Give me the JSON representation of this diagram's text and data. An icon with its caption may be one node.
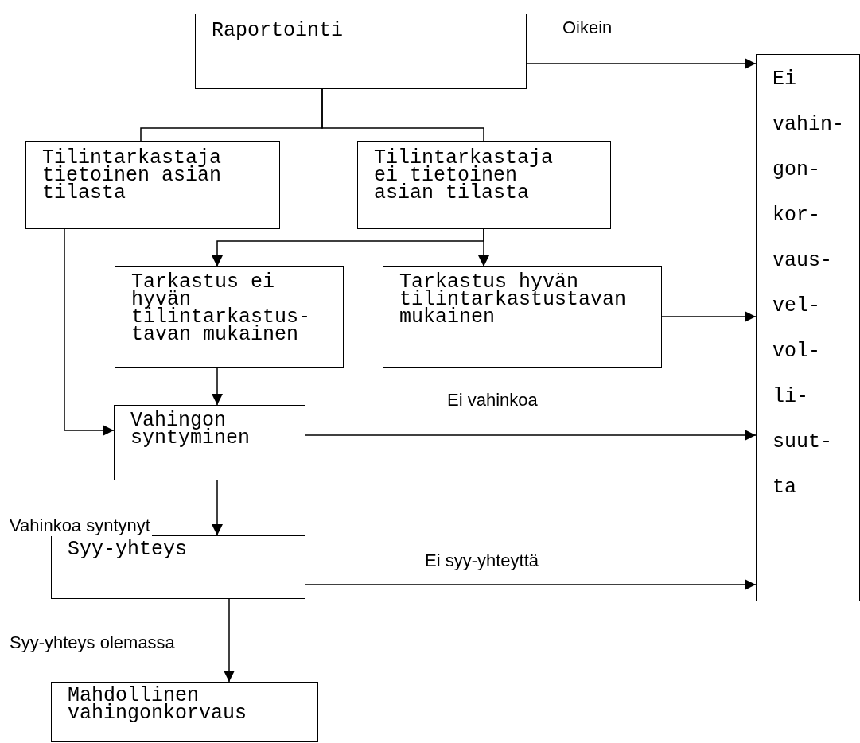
{
  "diagram": {
    "nodes": [
      {
        "text": [
          "Raportointi"
        ]
      },
      {
        "text": [
          "Tilintarkastaja tietoinen asian tilasta"
        ]
      },
      {
        "text": [
          "Tilintarkastaja ei tietoinen asian tilasta"
        ]
      },
      {
        "text": [
          "Tarkastus ei hyvän tilintarkastus- tavan mukainen"
        ]
      },
      {
        "text": [
          "Tarkastus hyvän tilintarkastustavan mukainen"
        ]
      },
      {
        "text": [
          "Vahingon syntyminen"
        ]
      },
      {
        "text": [
          "Syy-yhteys"
        ]
      },
      {
        "text": [
          "Mahdollinen vahingonkorvaus"
        ]
      },
      {
        "text": [
          "Ei vahin- gon- kor- vaus- vel- vol- li- suut- ta"
        ]
      }
    ],
    "edges": [
      {
        "from": 0,
        "to": 1,
        "arrow": "none"
      },
      {
        "from": 0,
        "to": 2,
        "arrow": "none"
      },
      {
        "from": 0,
        "to": 8,
        "arrow": "to",
        "label": "Oikein"
      },
      {
        "from": 2,
        "to": 3,
        "arrow": "to"
      },
      {
        "from": 2,
        "to": 4,
        "arrow": "to"
      },
      {
        "from": 1,
        "to": 5,
        "arrow": "to"
      },
      {
        "from": 3,
        "to": 5,
        "arrow": "to"
      },
      {
        "from": 4,
        "to": 8,
        "arrow": "to"
      },
      {
        "from": 5,
        "to": 8,
        "arrow": "to",
        "label": "Ei vahinkoa"
      },
      {
        "from": 5,
        "to": 6,
        "arrow": "to",
        "label": "Vahinkoa syntynyt"
      },
      {
        "from": 6,
        "to": 8,
        "arrow": "to",
        "label": "Ei syy-yhteyttä"
      },
      {
        "from": 6,
        "to": 7,
        "arrow": "to",
        "label": "Syy-yhteys olemassa"
      }
    ]
  }
}
